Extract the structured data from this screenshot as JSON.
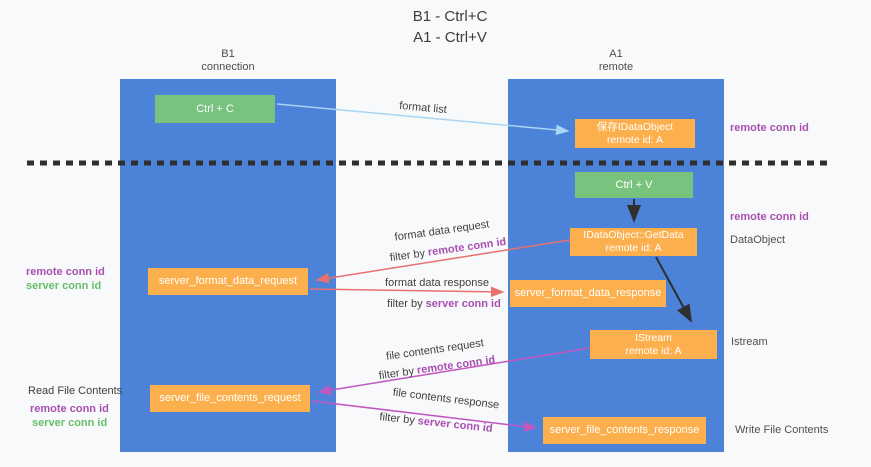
{
  "title": {
    "line1": "B1 - Ctrl+C",
    "line2": "A1 - Ctrl+V"
  },
  "lanes": {
    "left": {
      "name": "B1",
      "role": "connection"
    },
    "right": {
      "name": "A1",
      "role": "remote"
    }
  },
  "nodes": {
    "ctrl_c": {
      "label": "Ctrl + C"
    },
    "ctrl_v": {
      "label": "Ctrl + V"
    },
    "save_dataobject": {
      "line1": "保存IDataObject",
      "line2": "remote id: A"
    },
    "getdata": {
      "line1": "IDataObject::GetData",
      "line2": "remote id: A"
    },
    "istream": {
      "line1": "IStream",
      "line2": "remote id: A"
    },
    "format_request": {
      "label": "server_format_data_request"
    },
    "format_response": {
      "label": "server_format_data_response"
    },
    "file_request": {
      "label": "server_file_contents_request"
    },
    "file_response": {
      "label": "server_file_contents_response"
    }
  },
  "arrow_labels": {
    "format_list": "format list",
    "format_data_request": "format data request",
    "format_data_response": "format data response",
    "file_contents_request": "file contents request",
    "file_contents_response": "file contents response",
    "filter_by": "filter by",
    "remote_conn_id": "remote conn id",
    "server_conn_id": "server conn id"
  },
  "side_labels": {
    "remote_conn_id_top": "remote conn id",
    "remote_conn_id_mid": "remote conn id",
    "dataobject": "DataObject",
    "istream": "Istream",
    "read_file_contents": "Read File Contents",
    "write_file_contents": "Write File Contents",
    "left_remote_conn_id": "remote conn id",
    "left_server_conn_id": "server conn id",
    "bottom_left_remote_conn_id": "remote conn id",
    "bottom_left_server_conn_id": "server conn id"
  },
  "colors": {
    "background": "#f8f9fa",
    "lane_blue": "#4c82d8",
    "box_orange": "#fbaf4d",
    "box_green": "#79c37e",
    "arrow_salmon": "#e8706f",
    "arrow_magenta": "#c158c1",
    "arrow_blue": "#a9d5f5",
    "arrow_black": "#2f2f2f",
    "text_purple": "#a94fb0",
    "text_green": "#67bf6b",
    "text_dark": "#3c3c3c"
  }
}
